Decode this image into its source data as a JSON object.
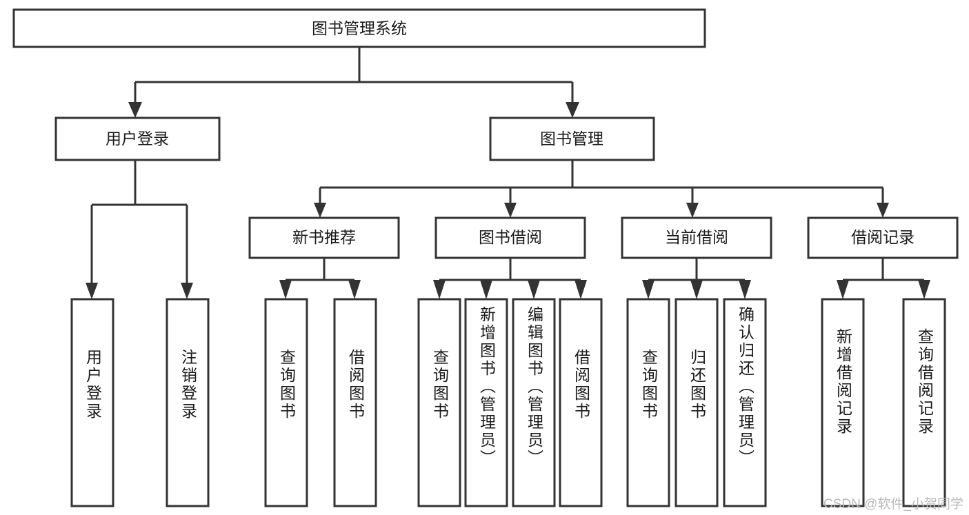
{
  "diagram": {
    "title": "图书管理系统",
    "watermark": "CSDN @软件_小贺同学",
    "root": {
      "label": "图书管理系统"
    },
    "level2": [
      {
        "label": "用户登录"
      },
      {
        "label": "图书管理"
      }
    ],
    "level3": [
      {
        "label": "新书推荐"
      },
      {
        "label": "图书借阅"
      },
      {
        "label": "当前借阅"
      },
      {
        "label": "借阅记录"
      }
    ],
    "leaves": {
      "user_login": [
        {
          "label": "用户登录"
        },
        {
          "label": "注销登录"
        }
      ],
      "new_book": [
        {
          "label": "查询图书"
        },
        {
          "label": "借阅图书"
        }
      ],
      "book_borrow": [
        {
          "label": "查询图书"
        },
        {
          "label": "新增图书（管理员）"
        },
        {
          "label": "编辑图书（管理员）"
        },
        {
          "label": "借阅图书"
        }
      ],
      "current_borrow": [
        {
          "label": "查询图书"
        },
        {
          "label": "归还图书"
        },
        {
          "label": "确认归还（管理员）"
        }
      ],
      "borrow_record": [
        {
          "label": "新增借阅记录"
        },
        {
          "label": "查询借阅记录"
        }
      ]
    },
    "colors": {
      "stroke": "#333333",
      "fill": "#ffffff",
      "text": "#1a1a1a",
      "watermark": "#b9b9b9"
    }
  }
}
